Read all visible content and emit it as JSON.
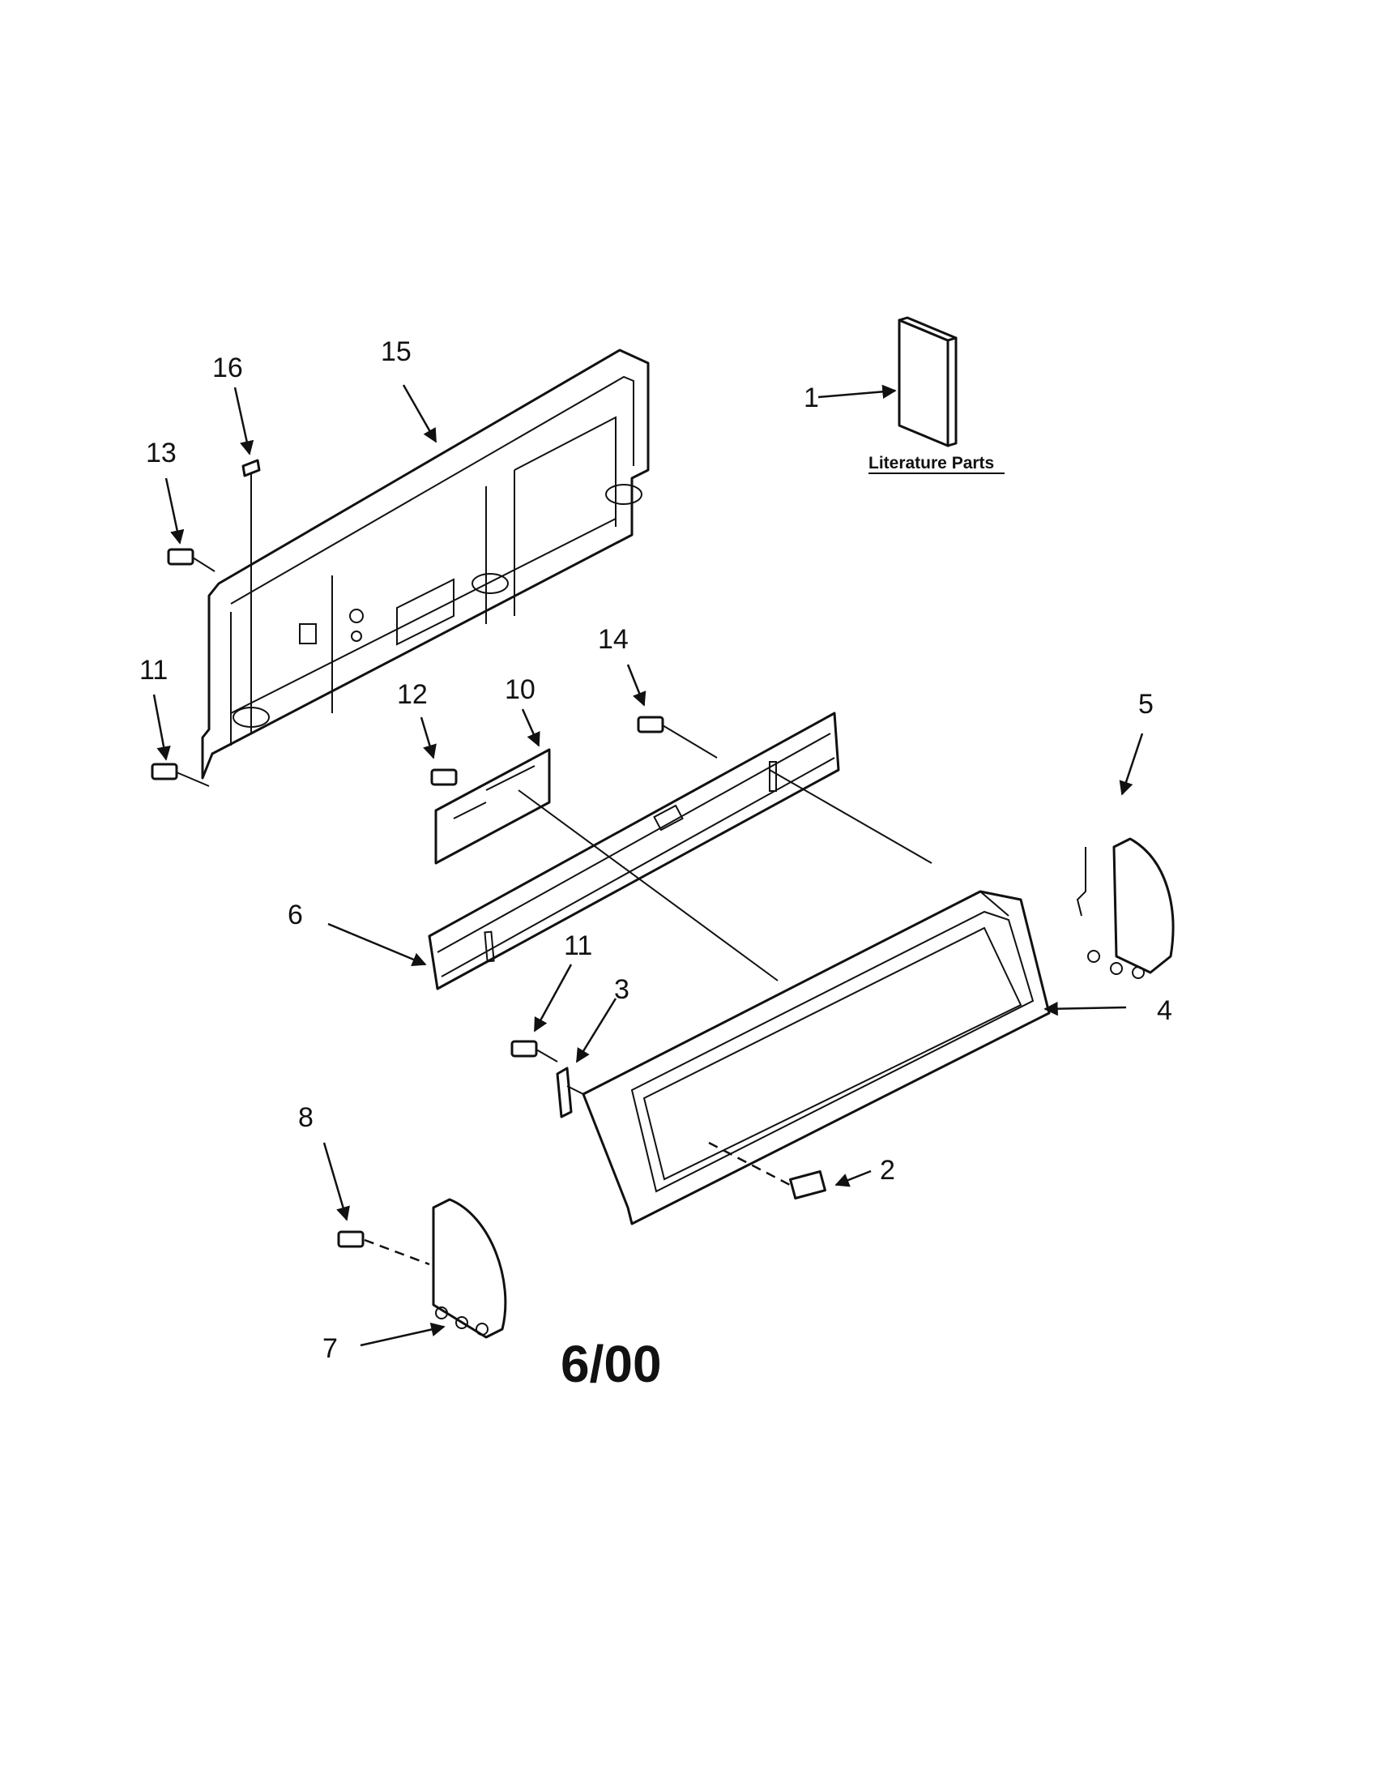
{
  "callouts": [
    {
      "id": "c1",
      "text": "1"
    },
    {
      "id": "c2",
      "text": "2"
    },
    {
      "id": "c3",
      "text": "3"
    },
    {
      "id": "c4",
      "text": "4"
    },
    {
      "id": "c5",
      "text": "5"
    },
    {
      "id": "c6",
      "text": "6"
    },
    {
      "id": "c7",
      "text": "7"
    },
    {
      "id": "c8",
      "text": "8"
    },
    {
      "id": "c10",
      "text": "10"
    },
    {
      "id": "c11a",
      "text": "11"
    },
    {
      "id": "c11b",
      "text": "11"
    },
    {
      "id": "c12",
      "text": "12"
    },
    {
      "id": "c13",
      "text": "13"
    },
    {
      "id": "c14",
      "text": "14"
    },
    {
      "id": "c15",
      "text": "15"
    },
    {
      "id": "c16",
      "text": "16"
    }
  ],
  "literature_label": "Literature Parts",
  "revision_date": "6/00"
}
